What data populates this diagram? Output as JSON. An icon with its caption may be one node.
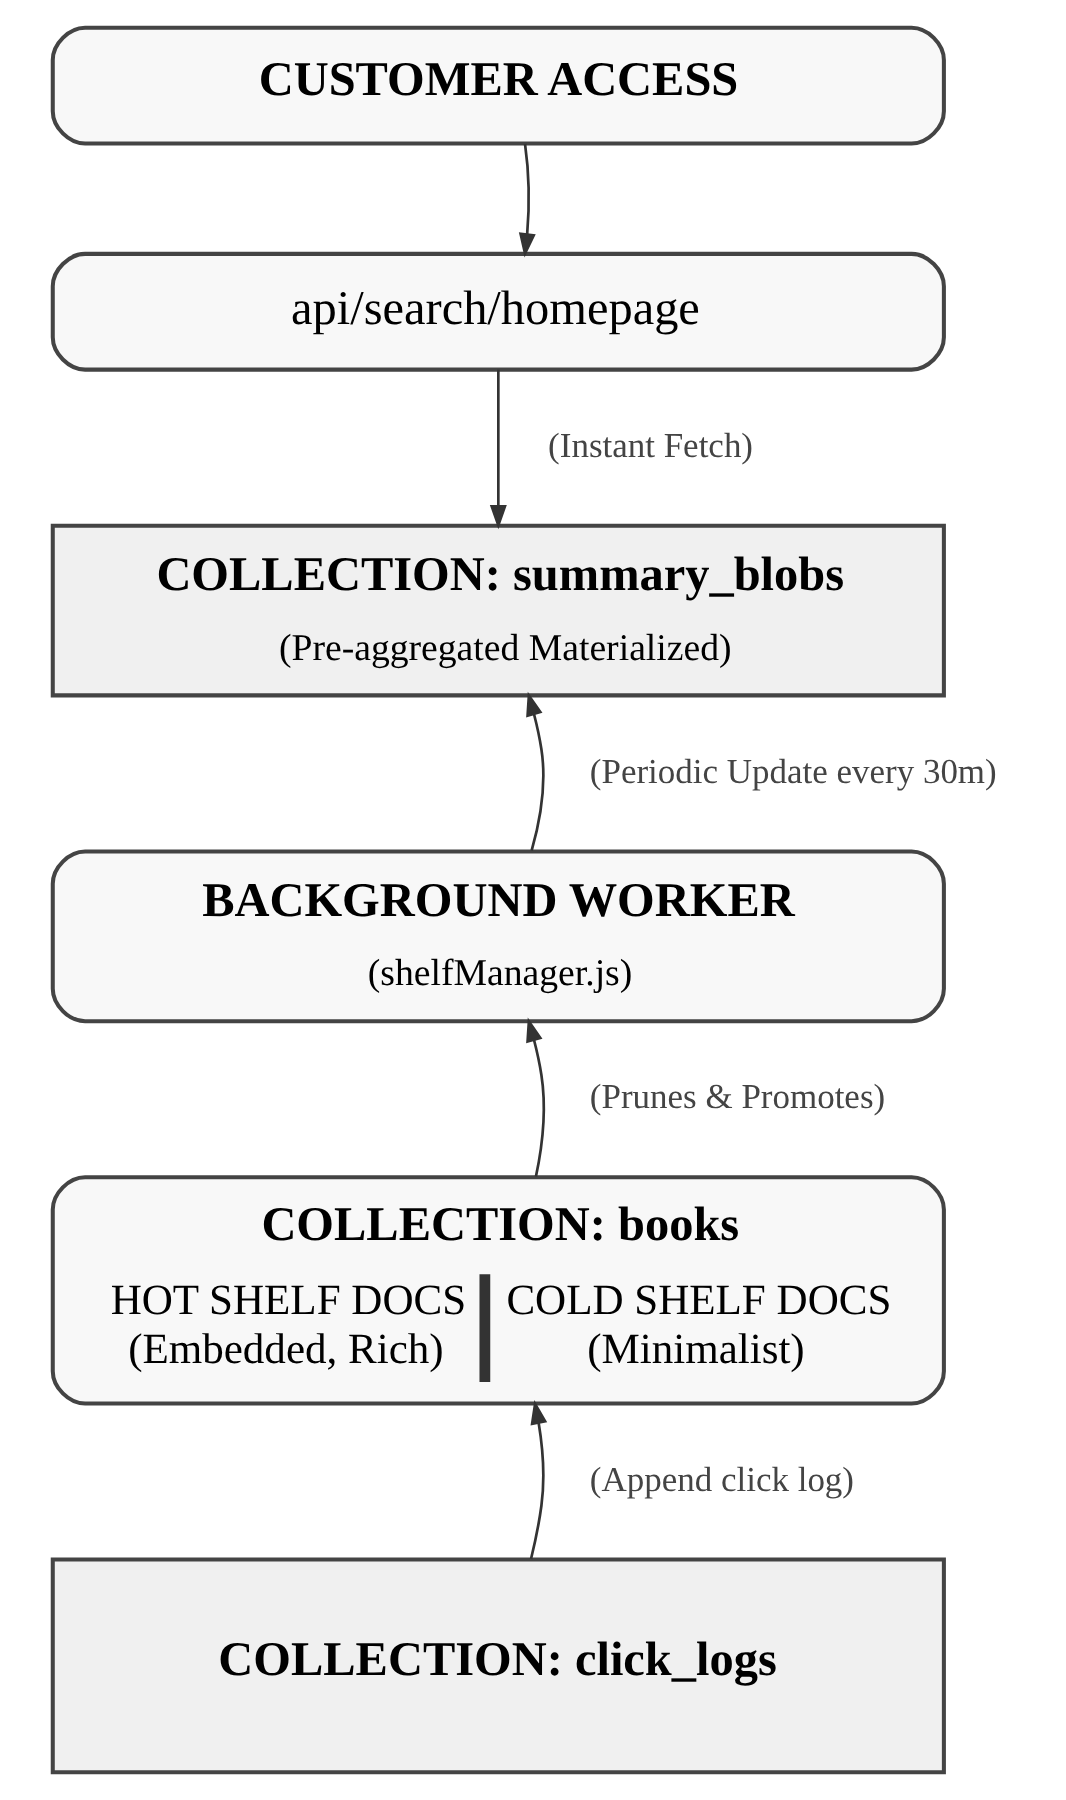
{
  "diagram": {
    "nodes": [
      {
        "text": [
          "CUSTOMER ACCESS"
        ]
      },
      {
        "text": [
          "api/search/homepage"
        ]
      },
      {
        "text": [
          "COLLECTION: summary_blobs",
          "(Pre-aggregated Materialized)"
        ]
      },
      {
        "text": [
          "BACKGROUND WORKER",
          "(shelfManager.js)"
        ]
      },
      {
        "text": [
          "COLLECTION: books",
          "HOT SHELF DOCS (Embedded, Rich)",
          "COLD SHELF DOCS (Minimalist)"
        ]
      },
      {
        "text": [
          "COLLECTION: click_logs"
        ]
      }
    ],
    "edges": [
      {
        "from": 0,
        "to": 1,
        "arrow": "to"
      },
      {
        "from": 1,
        "to": 2,
        "arrow": "to",
        "label": "(Instant Fetch)"
      },
      {
        "from": 3,
        "to": 2,
        "arrow": "to",
        "label": "(Periodic Update every 30m)"
      },
      {
        "from": 4,
        "to": 3,
        "arrow": "to",
        "label": "(Prunes & Promotes)"
      },
      {
        "from": 5,
        "to": 4,
        "arrow": "to",
        "label": "(Append click log)"
      }
    ]
  }
}
